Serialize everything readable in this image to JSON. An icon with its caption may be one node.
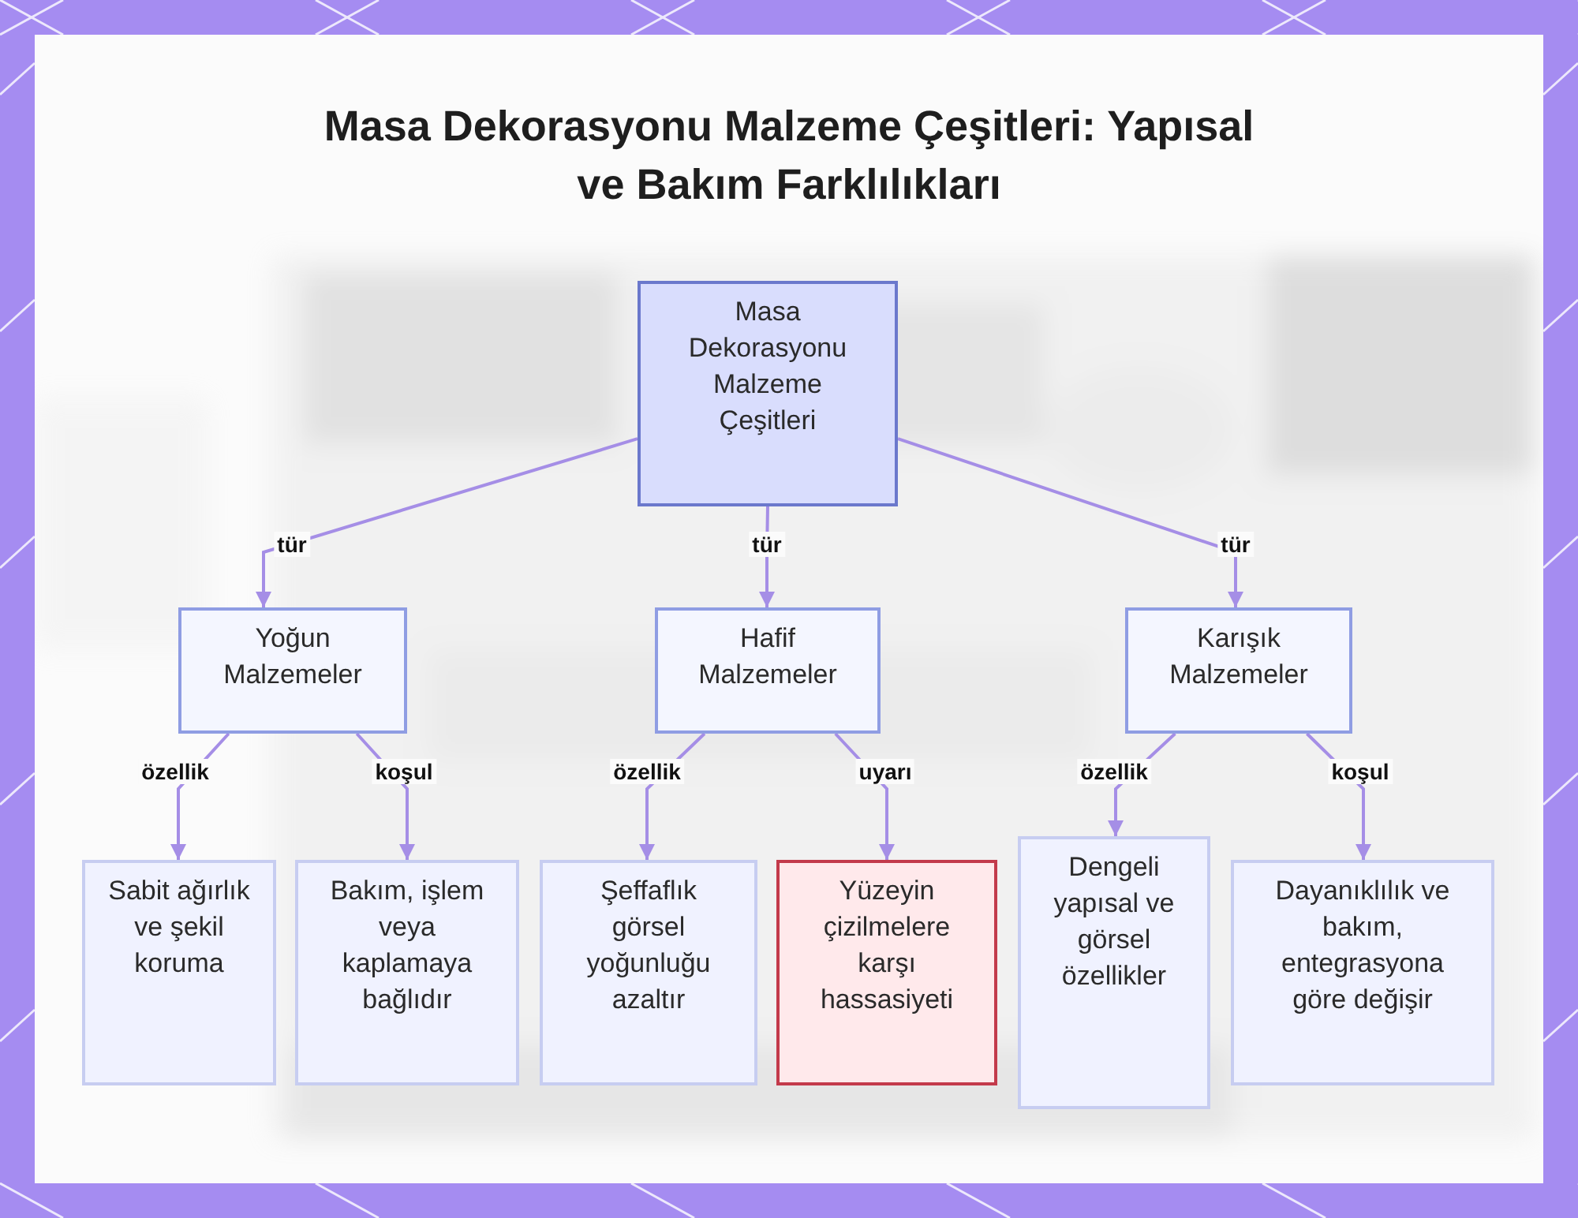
{
  "diagram": {
    "title": "Masa Dekorasyonu Malzeme Çeşitleri: Yapısal ve Bakım Farklılıkları",
    "nodes": [
      {
        "text": [
          "Masa Dekorasyonu Malzeme Çeşitleri"
        ]
      },
      {
        "text": [
          "Yoğun Malzemeler"
        ]
      },
      {
        "text": [
          "Hafif Malzemeler"
        ]
      },
      {
        "text": [
          "Karışık Malzemeler"
        ]
      },
      {
        "text": [
          "Sabit ağırlık ve şekil koruma"
        ]
      },
      {
        "text": [
          "Bakım, işlem veya kaplamaya bağlıdır"
        ]
      },
      {
        "text": [
          "Şeffaflık görsel yoğunluğu azaltır"
        ]
      },
      {
        "text": [
          "Yüzeyin çizilmelere karşı hassasiyeti"
        ]
      },
      {
        "text": [
          "Dengeli yapısal ve görsel özellikler"
        ]
      },
      {
        "text": [
          "Dayanıklılık ve bakım, entegrasyona göre değişir"
        ]
      }
    ],
    "edges": [
      {
        "from": 0,
        "to": 1,
        "arrow": "to",
        "label": "tür"
      },
      {
        "from": 0,
        "to": 2,
        "arrow": "to",
        "label": "tür"
      },
      {
        "from": 0,
        "to": 3,
        "arrow": "to",
        "label": "tür"
      },
      {
        "from": 1,
        "to": 4,
        "arrow": "to",
        "label": "özellik"
      },
      {
        "from": 1,
        "to": 5,
        "arrow": "to",
        "label": "koşul"
      },
      {
        "from": 2,
        "to": 6,
        "arrow": "to",
        "label": "özellik"
      },
      {
        "from": 2,
        "to": 7,
        "arrow": "to",
        "label": "uyarı"
      },
      {
        "from": 3,
        "to": 8,
        "arrow": "to",
        "label": "özellik"
      },
      {
        "from": 3,
        "to": 9,
        "arrow": "to",
        "label": "koşul"
      }
    ]
  }
}
